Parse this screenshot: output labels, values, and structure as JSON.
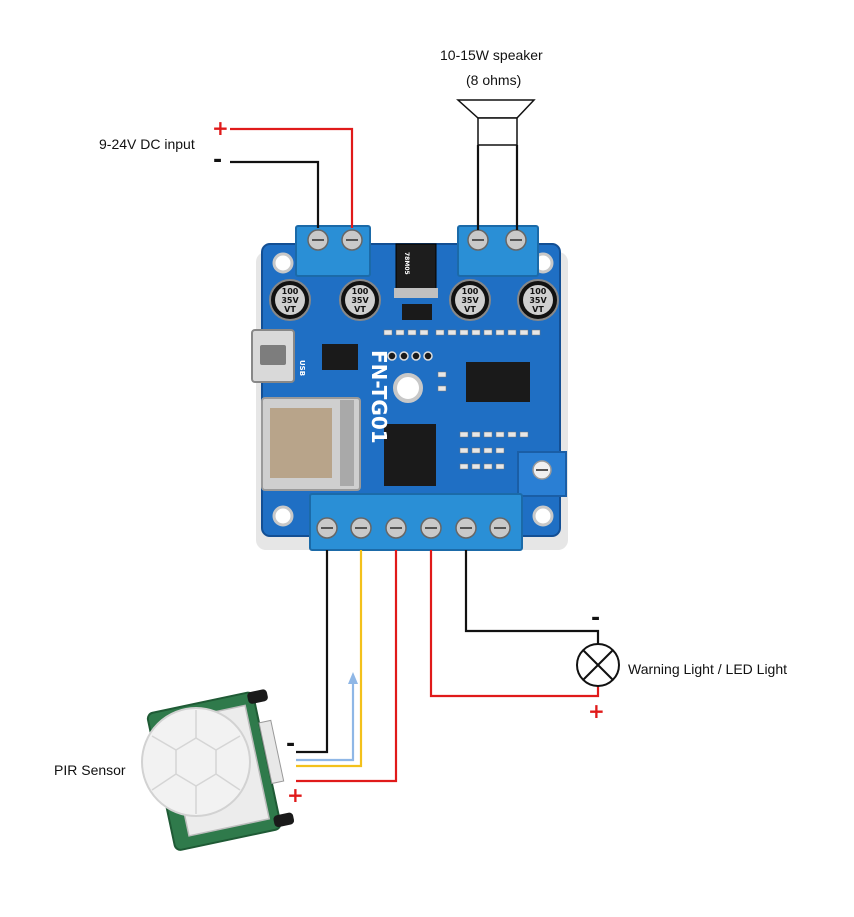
{
  "labels": {
    "speaker_line1": "10-15W speaker",
    "speaker_line2": "(8 ohms)",
    "dc_input": "9-24V DC input",
    "pir_sensor": "PIR Sensor",
    "warning_light": "Warning Light / LED Light"
  },
  "signs": {
    "plus": "+",
    "minus": "-"
  },
  "board": {
    "silkscreen": "FN-TG01",
    "usb_label": "USB",
    "capacitor_text": [
      "100",
      "35V",
      "VT"
    ],
    "regulator_text": "78M05"
  },
  "colors": {
    "positive_wire": "#e01a1a",
    "negative_wire": "#111111",
    "signal_wire_yellow": "#f3c11b",
    "signal_wire_blue": "#8fb7e6",
    "pcb": "#1f6fc4",
    "terminal": "#2a8fd6"
  }
}
